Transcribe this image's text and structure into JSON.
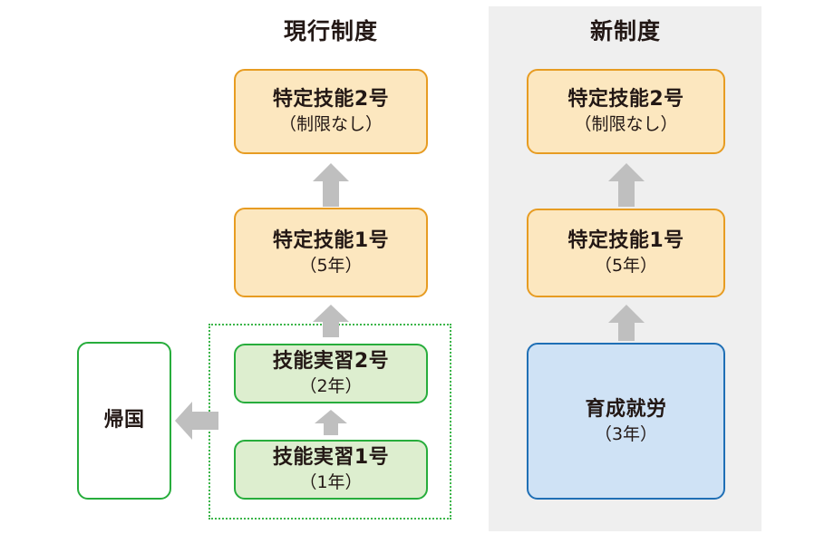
{
  "diagram": {
    "title_visible": false,
    "columns": [
      {
        "id": "current",
        "header": "現行制度"
      },
      {
        "id": "new",
        "header": "新制度"
      }
    ],
    "colors": {
      "panel_bg": "#EFEFEF",
      "orange_fill": "#FCE7BF",
      "orange_border": "#E79C22",
      "green_fill": "#DDEECF",
      "green_border": "#27AD3C",
      "blue_fill": "#CFE2F5",
      "blue_border": "#1F6FB5",
      "white_fill": "#FFFFFF",
      "arrow_gray": "#BFBFBF",
      "text": "#231815",
      "dotted_frame": "#3CB54A"
    },
    "current_system": {
      "nodes": [
        {
          "id": "ssw2",
          "line1": "特定技能2号",
          "line2": "（制限なし）",
          "style": "orange"
        },
        {
          "id": "ssw1",
          "line1": "特定技能1号",
          "line2": "（5年）",
          "style": "orange"
        },
        {
          "id": "titp2",
          "line1": "技能実習2号",
          "line2": "（2年）",
          "style": "green"
        },
        {
          "id": "titp1",
          "line1": "技能実習1号",
          "line2": "（1年）",
          "style": "green"
        }
      ],
      "return_node": {
        "id": "return-home",
        "line1": "帰国",
        "line2": "",
        "style": "white-green"
      }
    },
    "new_system": {
      "nodes": [
        {
          "id": "ssw2-new",
          "line1": "特定技能2号",
          "line2": "（制限なし）",
          "style": "orange"
        },
        {
          "id": "ssw1-new",
          "line1": "特定技能1号",
          "line2": "（5年）",
          "style": "orange"
        },
        {
          "id": "ikusei",
          "line1": "育成就労",
          "line2": "（3年）",
          "style": "blue"
        }
      ]
    },
    "arrows": [
      {
        "id": "arrow-ssw1-to-ssw2",
        "direction": "up"
      },
      {
        "id": "arrow-titp2-to-ssw1",
        "direction": "up"
      },
      {
        "id": "arrow-titp1-to-titp2",
        "direction": "up"
      },
      {
        "id": "arrow-titp-to-return",
        "direction": "left"
      },
      {
        "id": "arrow-ssw1-to-ssw2-new",
        "direction": "up"
      },
      {
        "id": "arrow-ikusei-to-ssw1-new",
        "direction": "up"
      }
    ]
  }
}
